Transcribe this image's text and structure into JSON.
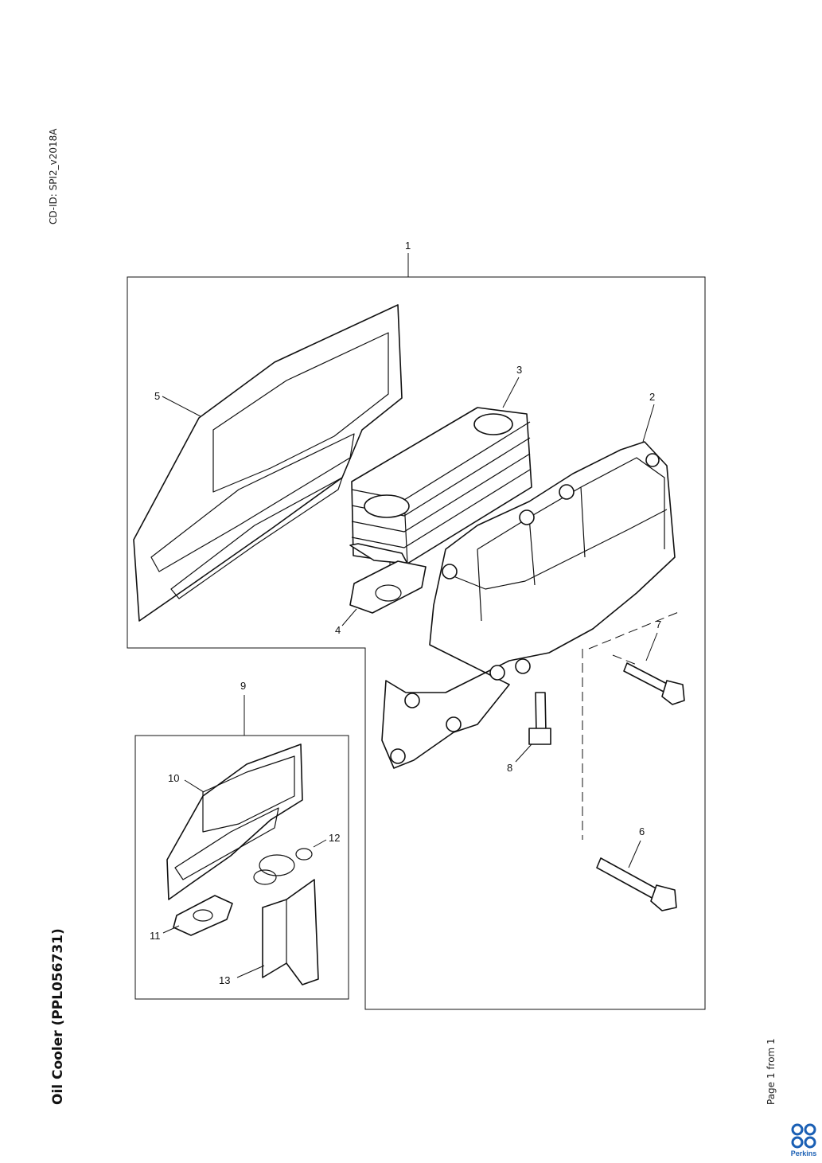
{
  "doc": {
    "cd_id": "CD-ID: SPI2_v2018A",
    "title": "Oil Cooler (PPL056731)",
    "page": "Page 1 from 1",
    "brand": "Perkins"
  },
  "callouts": [
    "1",
    "2",
    "3",
    "4",
    "5",
    "6",
    "7",
    "8",
    "9",
    "10",
    "11",
    "12",
    "13"
  ],
  "colors": {
    "line": "#111111",
    "brand": "#1a5fb4"
  },
  "icons": [
    "perkins-logo-icon"
  ]
}
